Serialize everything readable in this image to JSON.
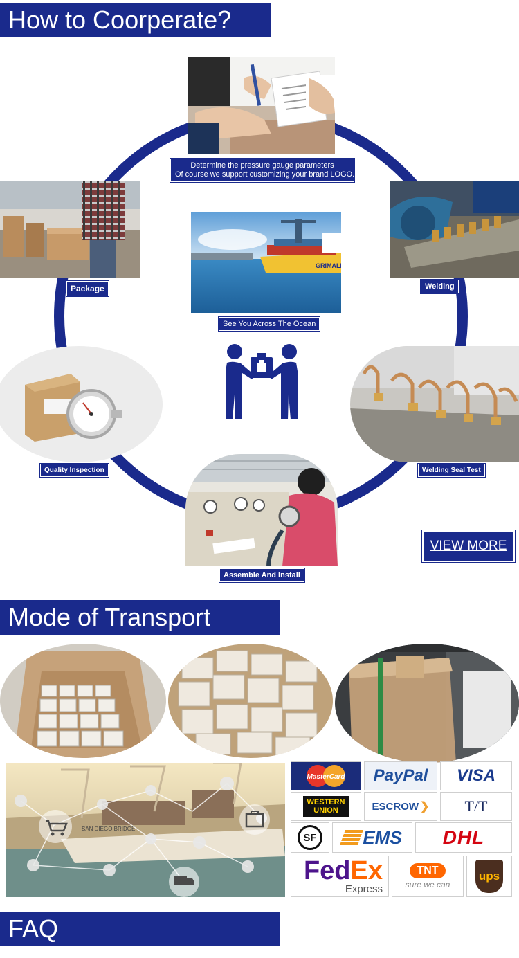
{
  "sections": {
    "cooperate_title": "How to Coorperate?",
    "transport_title": "Mode of Transport",
    "faq_title": "FAQ"
  },
  "steps": {
    "determine": {
      "line1": "Determine the pressure gauge parameters",
      "line2": "Of course we support customizing your brand LOGO."
    },
    "package": "Package",
    "welding": "Welding",
    "ocean": "See You Across The Ocean",
    "quality": "Quality Inspection",
    "seal_test": "Welding Seal Test",
    "assemble": "Assemble And Install"
  },
  "view_more": "VIEW MORE",
  "photo_text": {
    "ship_name": "GRIMALDI LI",
    "bridge_name": "SAN DIEGO BRIDGE"
  },
  "payment": {
    "mastercard": "MasterCard",
    "paypal": "PayPal",
    "visa": "VISA",
    "western_union_1": "WESTERN",
    "western_union_2": "UNION",
    "escrow": "ESCROW",
    "tt": "T/T",
    "sf": "SF",
    "ems": "EMS",
    "dhl": "DHL",
    "fedex_fed": "Fed",
    "fedex_ex": "Ex",
    "fedex_express": "Express",
    "tnt": "TNT",
    "tnt_slogan": "sure we can",
    "ups": "ups"
  },
  "colors": {
    "brand_blue": "#1a2a8c",
    "white": "#ffffff"
  }
}
